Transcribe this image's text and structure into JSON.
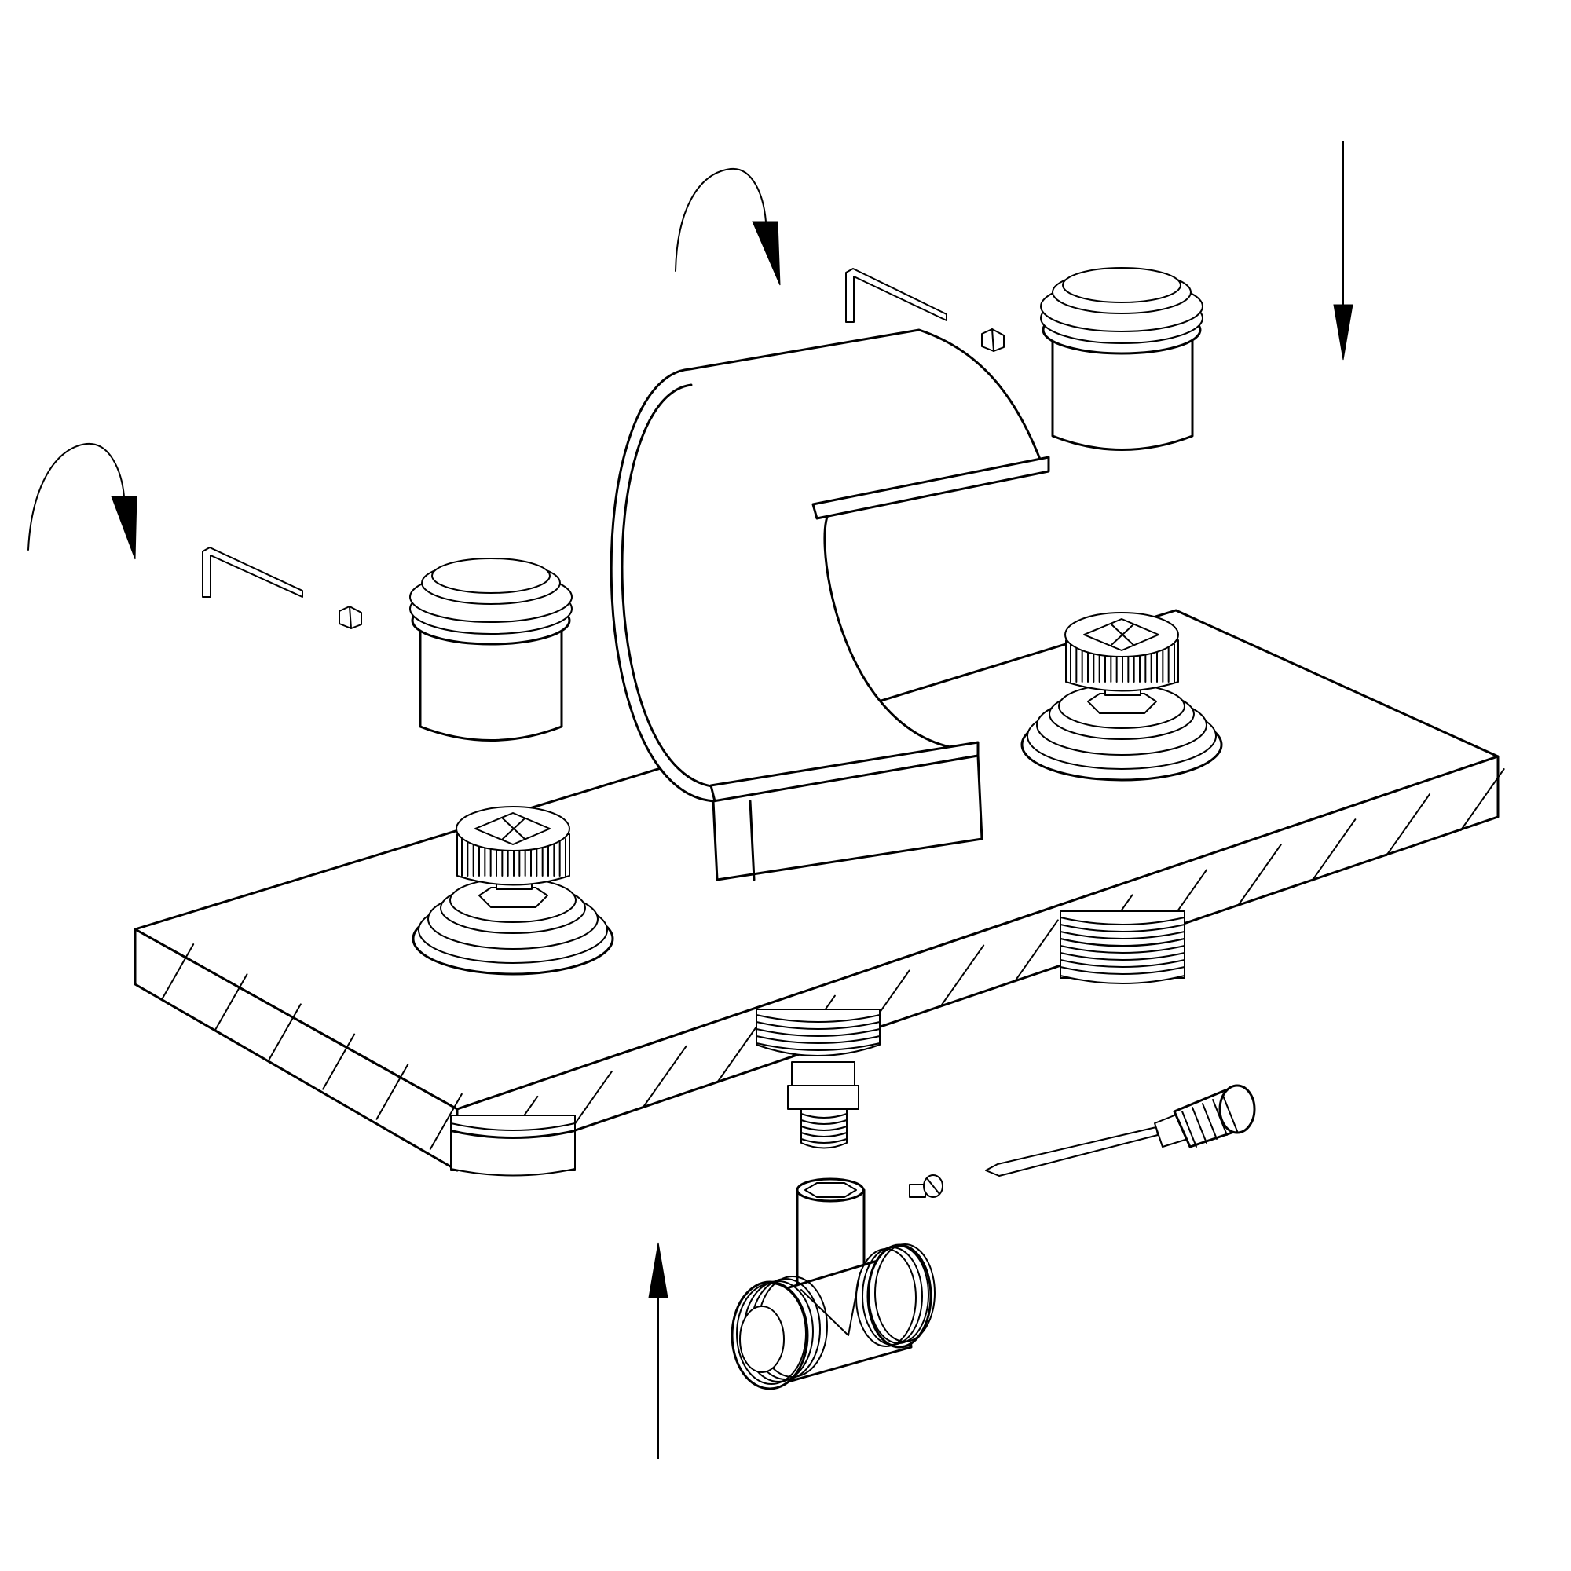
{
  "diagram": {
    "kind": "exploded-assembly-illustration",
    "colors": {
      "line": "#000000",
      "background": "#ffffff"
    },
    "parts": [
      "countertop-slab",
      "waterfall-spout",
      "left-handle-cap",
      "right-handle-cap",
      "left-valve-cartridge",
      "right-valve-cartridge",
      "left-allen-key",
      "right-allen-key",
      "left-set-screw",
      "right-set-screw",
      "tee-fitting",
      "screwdriver",
      "fitting-screw",
      "spout-threaded-shank"
    ],
    "arrows": [
      {
        "name": "rotate-arrow-left",
        "kind": "curved"
      },
      {
        "name": "rotate-arrow-center",
        "kind": "curved"
      },
      {
        "name": "down-arrow",
        "kind": "straight",
        "direction": "down"
      },
      {
        "name": "up-arrow",
        "kind": "straight",
        "direction": "up"
      }
    ]
  }
}
